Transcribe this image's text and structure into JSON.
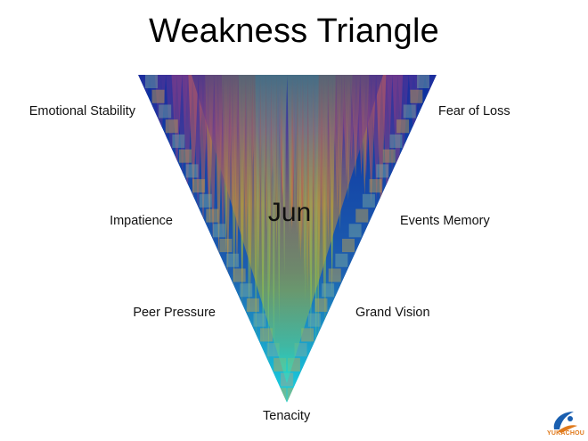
{
  "title": "Weakness Triangle",
  "center_label": "Jun",
  "labels": {
    "emotional_stability": "Emotional Stability",
    "fear_of_loss": "Fear of Loss",
    "impatience": "Impatience",
    "events_memory": "Events Memory",
    "peer_pressure": "Peer Pressure",
    "grand_vision": "Grand Vision",
    "tenacity": "Tenacity"
  },
  "logo": {
    "text": "YUKACHOU"
  },
  "colors": {
    "top": "#1d2a9a",
    "upper_mid": "#8a3a8a",
    "middle": "#c77a3a",
    "lower": "#9db52a",
    "bottom": "#15e8d8",
    "edge": "#0a3aa8",
    "logo_orange": "#e07a1c",
    "logo_blue": "#1a5fb0"
  }
}
